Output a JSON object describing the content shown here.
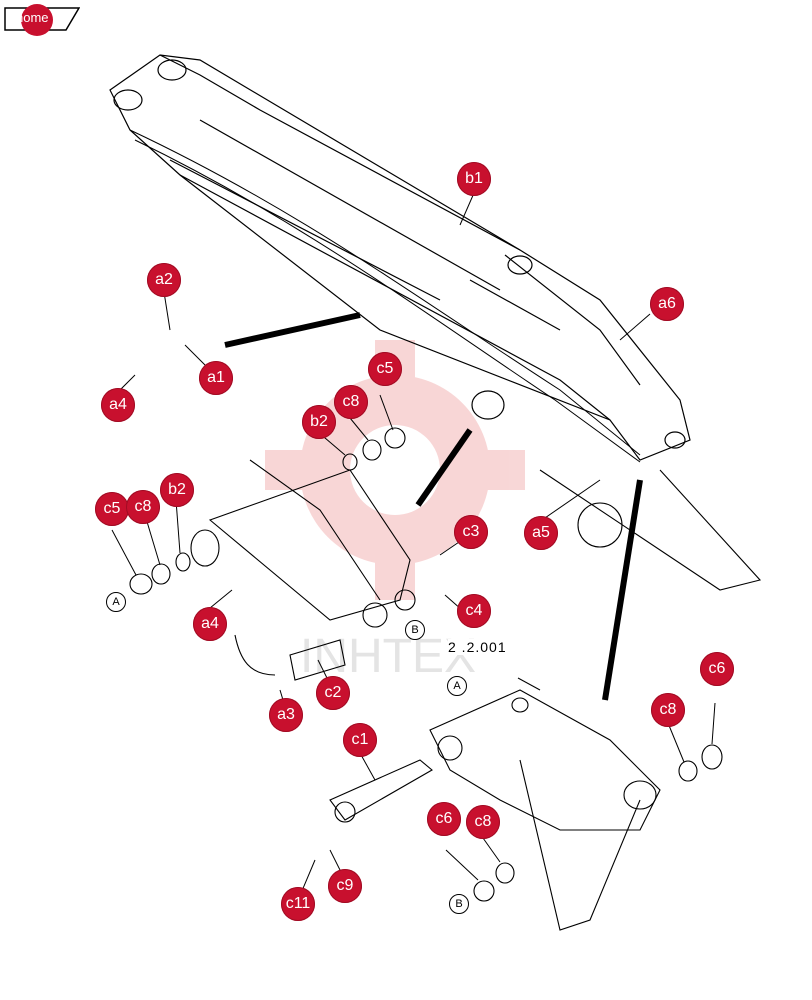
{
  "home": {
    "label": "home"
  },
  "refcode": "2 .2.001",
  "watermark": "INHTEX",
  "refs": {
    "A1": "A",
    "B1": "B",
    "A2": "A",
    "B2": "B"
  },
  "callouts": {
    "b1": "b1",
    "a6": "a6",
    "a2": "a2",
    "a1": "a1",
    "a4_top": "a4",
    "c5_top": "c5",
    "c8_top": "c8",
    "b2_top": "b2",
    "c5_left": "c5",
    "c8_left": "c8",
    "b2_left": "b2",
    "c3": "c3",
    "a5": "a5",
    "c4": "c4",
    "a4_mid": "a4",
    "c2": "c2",
    "a3": "a3",
    "c1": "c1",
    "c6_right": "c6",
    "c8_right": "c8",
    "c6_bottom": "c6",
    "c8_bottom": "c8",
    "c9": "c9",
    "c11": "c11"
  },
  "colors": {
    "badge": "#c8102e",
    "line": "#000000",
    "watermark": "#f6c9c9"
  }
}
